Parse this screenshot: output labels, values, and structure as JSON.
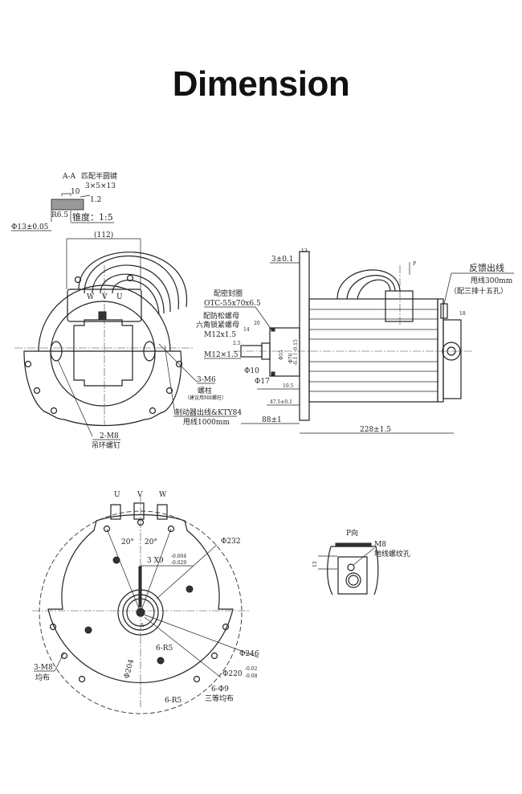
{
  "title": "Dimension",
  "section_aa": {
    "label": "A-A",
    "key_note": "匹配半圆键",
    "key_size": "3×5×13",
    "dim_10": "10",
    "dim_1_2": "1.2",
    "dim_r6_5": "R6.5",
    "taper": "锥度：1:5",
    "dia_13": "Φ13±0.05"
  },
  "front_view": {
    "width_112": "(112)",
    "phase_w": "W",
    "phase_v": "V",
    "phase_u": "U",
    "bolt_count": "3-M6",
    "bolt_name": "螺柱",
    "bolt_note": "（建议用M8螺柱）",
    "brake_line": "制动器出线&KTY84",
    "brake_length": "甩线1000mm",
    "eye_bolt_count": "2-M8",
    "eye_bolt_name": "吊环螺钉"
  },
  "side_view": {
    "seal": "配密封圈",
    "seal_spec": "OTC-55x70x6.5",
    "nut_anti": "配防松螺母",
    "nut_hex": "六角锁紧螺母",
    "nut_spec": "M12x1.5",
    "dim_20": "20",
    "dim_14": "14",
    "dim_2_5": "2.5",
    "thread": "M12×1.5",
    "dia_10": "Φ10",
    "dia_17": "Φ17",
    "dia_55": "Φ55",
    "dia_70": "Φ70",
    "dia_70_tol": "-0.1 / -0.15",
    "dim_10_5": "10.5",
    "dim_47_5": "47.5±0.1",
    "dim_88": "88±1",
    "dim_228": "228±1.5",
    "dim_3": "3±0.1",
    "dim_13": "13",
    "arrow_p": "P",
    "feedback": "反馈出线",
    "feedback_len": "甩线300mm",
    "feedback_conn": "（配三排十五孔）",
    "dim_18": "18"
  },
  "rear_view": {
    "phase_u": "U",
    "phase_v": "V",
    "phase_w": "W",
    "angle_left": "20°",
    "angle_right": "20°",
    "keyway": "3 X9",
    "keyway_tol_upper": "-0.004",
    "keyway_tol_lower": "-0.029",
    "dia_232": "Φ232",
    "section_mark": "A",
    "dia_246": "Φ246",
    "r5_top": "6-R5",
    "dia_220": "Φ220",
    "dia_220_tol_upper": "-0.02",
    "dia_220_tol_lower": "-0.08",
    "holes_9": "6-Φ9",
    "holes_9_note": "三等均布",
    "r5_bottom": "6-R5",
    "dia_204": "Φ204",
    "m8_count": "3-M8",
    "m8_note": "均布"
  },
  "p_view": {
    "label": "P向",
    "thread": "M8",
    "thread_note": "地线螺纹孔",
    "dim_13": "13"
  }
}
